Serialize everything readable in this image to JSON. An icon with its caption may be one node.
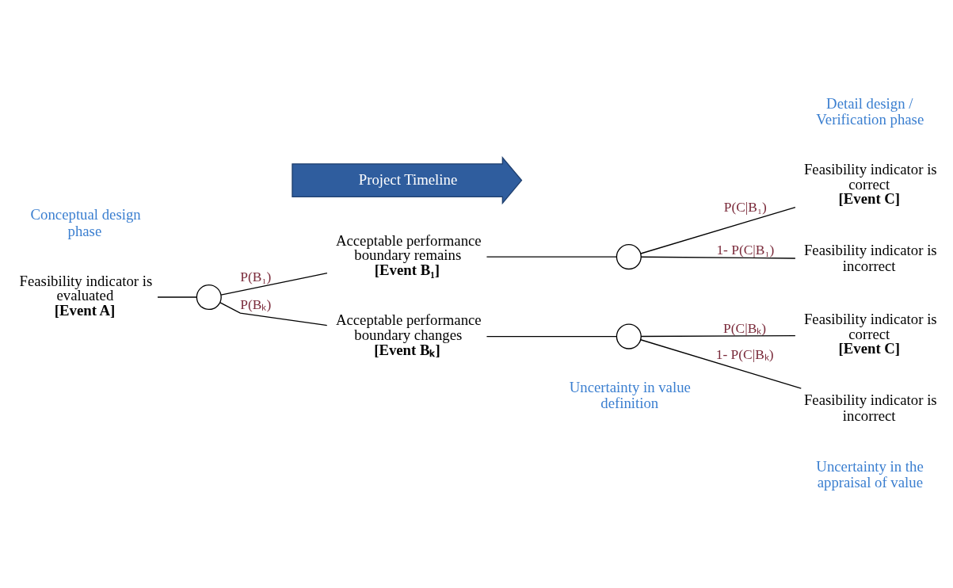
{
  "diagram": {
    "nodes": [
      {
        "text": [
          "Feasibility indicator is evaluated",
          "[Event A]"
        ]
      },
      {
        "text": [],
        "shape": "circle"
      },
      {
        "text": [
          "Acceptable performance boundary remains",
          "[Event B₁]"
        ]
      },
      {
        "text": [
          "Acceptable performance boundary changes",
          "[Event Bₖ]"
        ]
      },
      {
        "text": [],
        "shape": "circle"
      },
      {
        "text": [],
        "shape": "circle"
      },
      {
        "text": [
          "Feasibility indicator is correct",
          "[Event C]"
        ]
      },
      {
        "text": [
          "Feasibility indicator is incorrect"
        ]
      },
      {
        "text": [
          "Feasibility indicator is correct",
          "[Event C]"
        ]
      },
      {
        "text": [
          "Feasibility indicator is incorrect"
        ]
      },
      {
        "text": [
          "Project Timeline"
        ]
      }
    ],
    "edges": [
      {
        "from": 0,
        "to": 1,
        "arrow": "none"
      },
      {
        "from": 1,
        "to": 2,
        "arrow": "none",
        "label": "P(B₁)"
      },
      {
        "from": 1,
        "to": 3,
        "arrow": "none",
        "label": "P(Bₖ)"
      },
      {
        "from": 2,
        "to": 4,
        "arrow": "none"
      },
      {
        "from": 4,
        "to": 6,
        "arrow": "none",
        "label": "P(C|B₁)"
      },
      {
        "from": 4,
        "to": 7,
        "arrow": "none",
        "label": "1- P(C|B₁)"
      },
      {
        "from": 3,
        "to": 5,
        "arrow": "none"
      },
      {
        "from": 5,
        "to": 8,
        "arrow": "none",
        "label": "P(C|Bₖ)"
      },
      {
        "from": 5,
        "to": 9,
        "arrow": "none",
        "label": "1- P(C|Bₖ)"
      }
    ],
    "labels": [
      "Uncertainty in value definition",
      "Uncertainty in the appraisal of value",
      "Conceptual design phase",
      "Detail design / Verification phase"
    ]
  }
}
